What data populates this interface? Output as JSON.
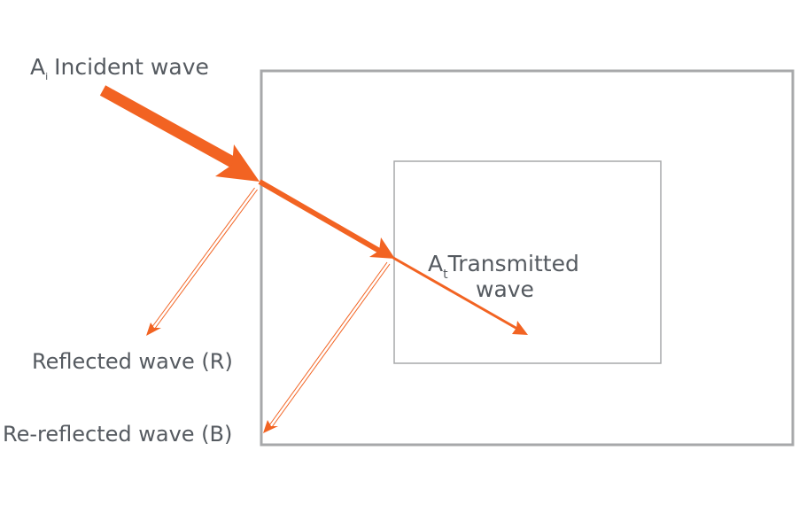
{
  "colors": {
    "wave": "#f26322",
    "boundary": "#a7a8aa",
    "text": "#555a60"
  },
  "labels": {
    "incident_symbol": "A",
    "incident_subscript": "i",
    "incident_text": "Incident wave",
    "transmitted_symbol": "A",
    "transmitted_subscript": "t",
    "transmitted_text_line1": "Transmitted",
    "transmitted_text_line2": "wave",
    "reflected_text": "Reflected wave (R)",
    "rereflected_text": "Re-reflected wave (B)"
  }
}
